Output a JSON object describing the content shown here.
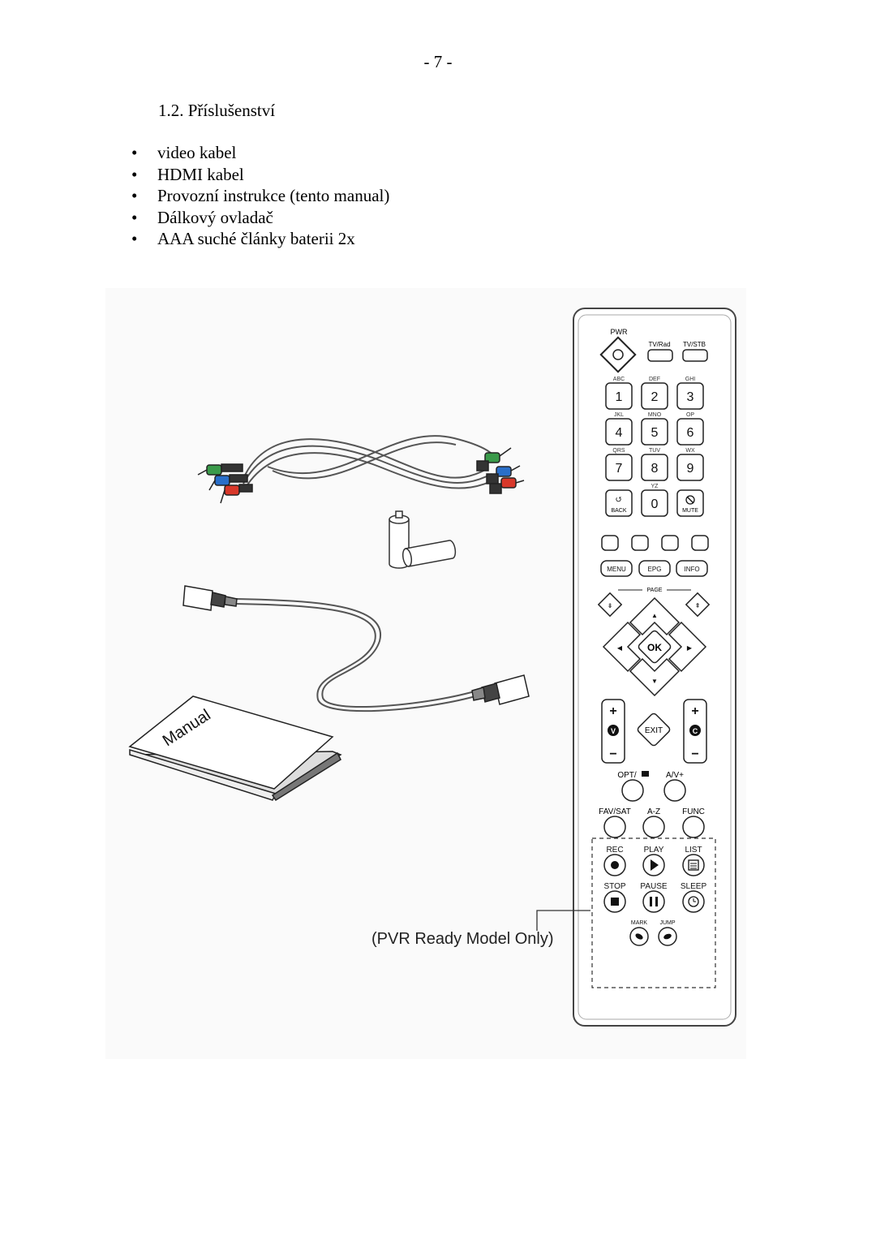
{
  "page_number": "- 7 -",
  "section": {
    "heading": "1.2. Příslušenství"
  },
  "accessories": [
    "video kabel",
    "HDMI kabel",
    "Provozní instrukce (tento manual)",
    "Dálkový ovladač",
    "AAA suché články baterii 2x"
  ],
  "illustration": {
    "manual_label": "Manual",
    "pvr_note": "(PVR Ready Model Only)",
    "rca_colors": [
      "#3a9a4a",
      "#2a6fc9",
      "#d8382a"
    ],
    "remote": {
      "pwr": "PWR",
      "tv_rad": "TV/Rad",
      "tv_stb": "TV/STB",
      "letters": [
        "ABC",
        "DEF",
        "GHI",
        "JKL",
        "MNO",
        "OP",
        "QRS",
        "TUV",
        "WX",
        "YZ"
      ],
      "digits": [
        "1",
        "2",
        "3",
        "4",
        "5",
        "6",
        "7",
        "8",
        "9",
        "0"
      ],
      "back": "BACK",
      "mute": "MUTE",
      "menu": "MENU",
      "epg": "EPG",
      "info": "INFO",
      "page": "PAGE",
      "ok": "OK",
      "exit": "EXIT",
      "vol_letter": "V",
      "ch_letter": "C",
      "plus": "+",
      "minus": "−",
      "opt": "OPT/",
      "av": "A/V+",
      "fav_sat": "FAV/SAT",
      "a_z": "A-Z",
      "func": "FUNC",
      "rec": "REC",
      "play": "PLAY",
      "list": "LIST",
      "stop": "STOP",
      "pause": "PAUSE",
      "sleep": "SLEEP",
      "mark": "MARK",
      "jump": "JUMP"
    }
  }
}
